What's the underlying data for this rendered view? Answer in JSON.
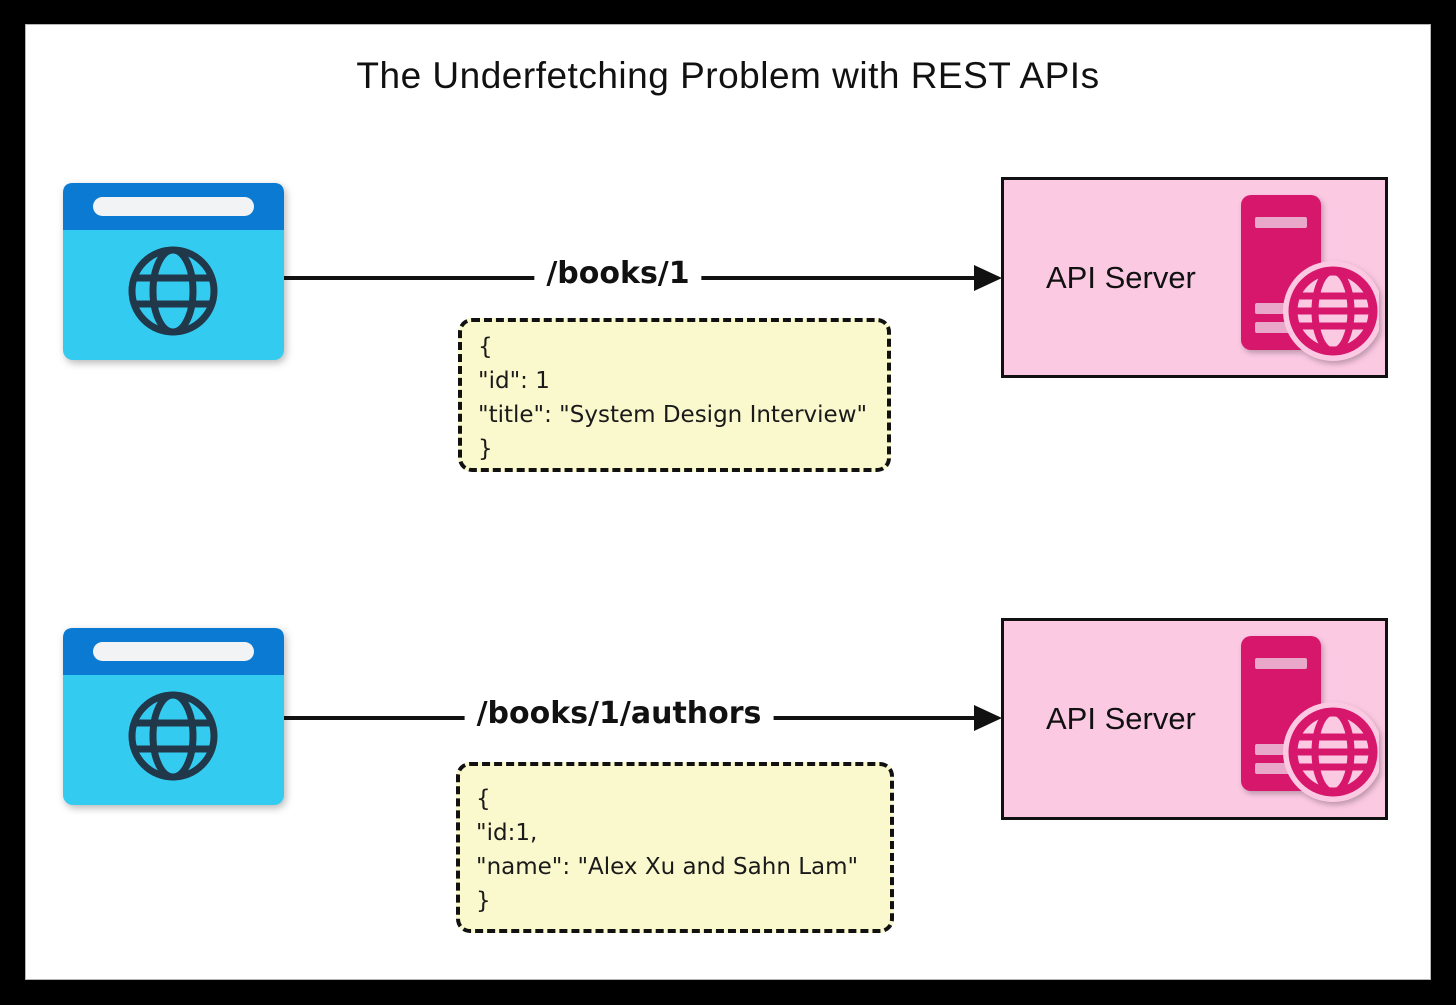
{
  "title": "The Underfetching Problem with REST APIs",
  "flows": [
    {
      "endpoint": "/books/1",
      "server": "API Server",
      "response": [
        "{",
        "\"id\": 1",
        "\"title\": \"System Design Interview\"",
        "}"
      ]
    },
    {
      "endpoint": "/books/1/authors",
      "server": "API Server",
      "response": [
        "{",
        "\"id:1,",
        "\"name\": \"Alex Xu and Sahn Lam\"",
        "}"
      ]
    }
  ],
  "icons": {
    "client": "browser-window-globe-icon",
    "server": "server-tower-globe-icon"
  },
  "colors": {
    "browser_titlebar": "#0a7ad2",
    "browser_body": "#33ccf0",
    "browser_globe": "#20384a",
    "server_box_fill": "#fcc9e3",
    "server_icon_magenta": "#d6176c",
    "server_icon_slot": "#e9a8c9",
    "note_fill": "#faf8cd",
    "arrow": "#111111",
    "frame": "#000000",
    "background": "#ffffff"
  }
}
